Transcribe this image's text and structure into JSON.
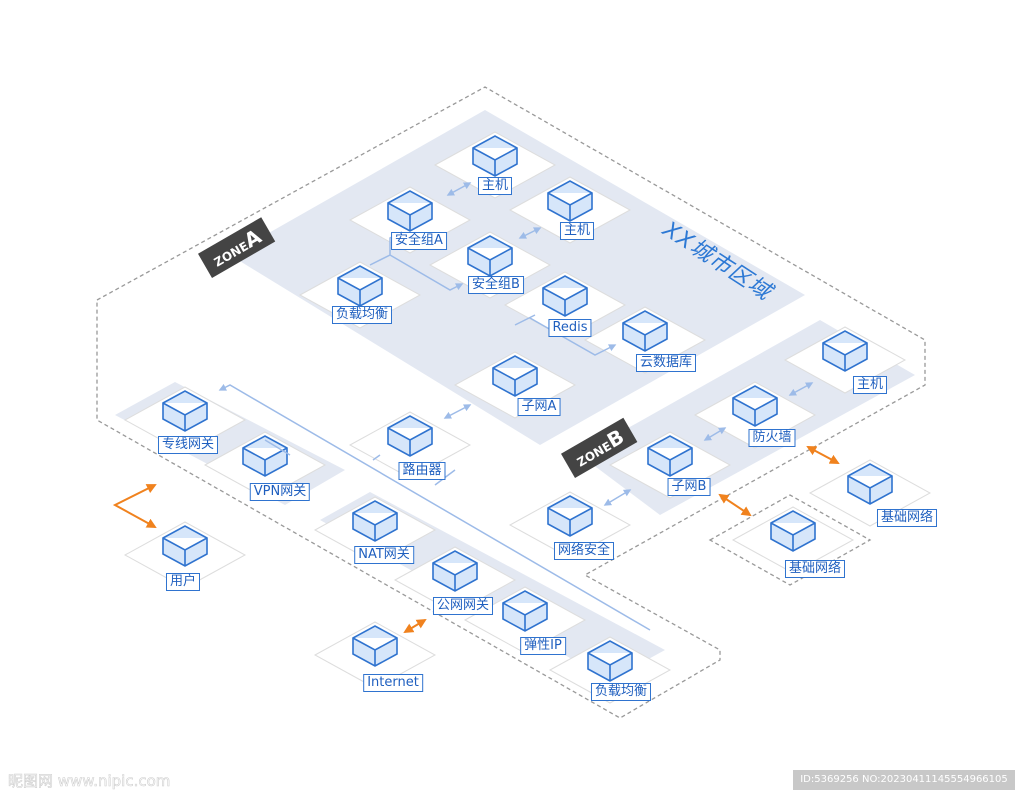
{
  "title": "XX城市区域",
  "zones": {
    "zone_a": {
      "prefix": "ZONE",
      "letter": "A"
    },
    "zone_b": {
      "prefix": "ZONE",
      "letter": "B"
    }
  },
  "colors": {
    "primary": "#2f73cf",
    "zone_fill": "#e3e8f2",
    "tile": "#ffffff",
    "arrow_internal": "#9dbbe8",
    "arrow_external": "#f0821e",
    "zone_tag": "#444444",
    "dashed_border": "#999999"
  },
  "nodes": {
    "host_1": {
      "label": "主机",
      "icon": "server-tower-icon"
    },
    "host_2": {
      "label": "主机",
      "icon": "server-tower-icon"
    },
    "sg_a": {
      "label": "安全组A",
      "icon": "lock-icon"
    },
    "sg_b": {
      "label": "安全组B",
      "icon": "lock-icon"
    },
    "lb_a": {
      "label": "负载均衡",
      "icon": "load-balancer-icon"
    },
    "redis": {
      "label": "Redis",
      "icon": "server-stack-icon"
    },
    "cloud_db": {
      "label": "云数据库",
      "icon": "database-icon"
    },
    "subnet_a": {
      "label": "子网A",
      "icon": "cloud-icon"
    },
    "dedicated_gw": {
      "label": "专线网关",
      "icon": "gateway-icon"
    },
    "vpn_gw": {
      "label": "VPN网关",
      "icon": "gateway-icon"
    },
    "router": {
      "label": "路由器",
      "icon": "router-icon"
    },
    "user": {
      "label": "用户",
      "icon": "user-servers-icon"
    },
    "nat_gw": {
      "label": "NAT网关",
      "icon": "gateway-icon"
    },
    "public_gw": {
      "label": "公网网关",
      "icon": "public-gateway-icon"
    },
    "net_security": {
      "label": "网络安全",
      "icon": "shield-icon"
    },
    "eip": {
      "label": "弹性IP",
      "icon": "elastic-ip-icon"
    },
    "lb_b": {
      "label": "负载均衡",
      "icon": "load-balancer-icon"
    },
    "internet": {
      "label": "Internet",
      "icon": "globe-icon"
    },
    "firewall": {
      "label": "防火墙",
      "icon": "firewall-icon"
    },
    "host_3": {
      "label": "主机",
      "icon": "server-tower-icon"
    },
    "subnet_b": {
      "label": "子网B",
      "icon": "cloud-icon"
    },
    "base_net_cloud": {
      "label": "基础网络",
      "icon": "cloud-icon"
    },
    "base_net_building": {
      "label": "基础网络",
      "icon": "building-icon"
    }
  },
  "watermark": {
    "left": "昵图网 www.nipic.com",
    "right": "ID:5369256 NO:20230411145554966105"
  }
}
